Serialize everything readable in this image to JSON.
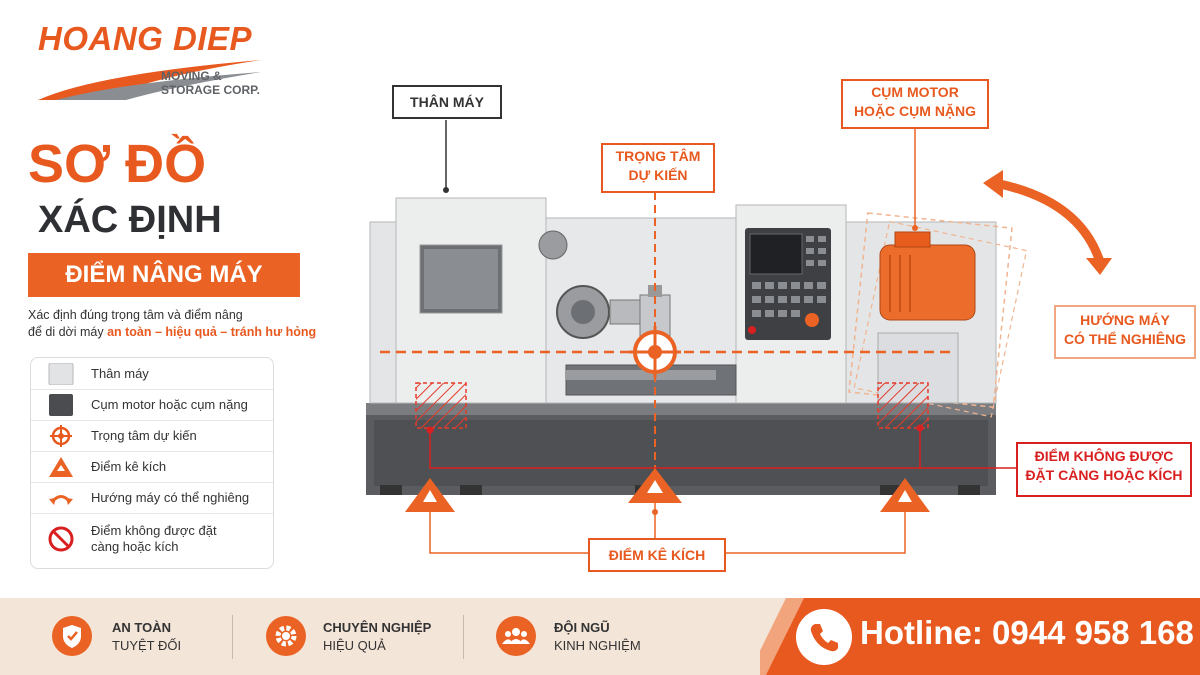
{
  "brand": {
    "name": "HOANG DIEP",
    "tagline_1": "MOVING &",
    "tagline_2": "STORAGE CORP."
  },
  "title": {
    "line1": "SƠ ĐỒ",
    "line2": "XÁC ĐỊNH",
    "line3": "ĐIỂM NÂNG MÁY"
  },
  "description": {
    "line1": "Xác định đúng trọng tâm và điểm nâng",
    "line2_prefix": "để di dời máy",
    "highlight": "an toàn – hiệu quả – tránh hư hỏng"
  },
  "legend": [
    {
      "icon": "light-gray-square",
      "label": "Thân máy"
    },
    {
      "icon": "dark-gray-square",
      "label": "Cụm motor hoặc cụm nặng"
    },
    {
      "icon": "crosshair-icon",
      "label": "Trọng tâm dự kiến"
    },
    {
      "icon": "warning-triangle-icon",
      "label": "Điểm kê kích"
    },
    {
      "icon": "curved-arrows-icon",
      "label": "Hướng máy có thể nghiêng"
    },
    {
      "icon": "prohibited-icon",
      "label_1": "Điểm không được đặt",
      "label_2": "càng hoặc kích"
    }
  ],
  "callouts": {
    "machine_body": "THÂN MÁY",
    "center_of_gravity_1": "TRỌNG TÂM",
    "center_of_gravity_2": "DỰ KIẾN",
    "motor_1": "CỤM MOTOR",
    "motor_2": "HOẶC CỤM NẶNG",
    "tilt_1": "HƯỚNG MÁY",
    "tilt_2": "CÓ THỂ NGHIÊNG",
    "no_jack_1": "ĐIỂM KHÔNG ĐƯỢC",
    "no_jack_2": "ĐẶT CÀNG HOẶC KÍCH",
    "jack_points": "ĐIỂM KÊ KÍCH"
  },
  "features": [
    {
      "icon": "shield-icon",
      "line1": "AN TOÀN",
      "line2": "TUYỆT ĐỐI"
    },
    {
      "icon": "gear-icon",
      "line1": "CHUYÊN NGHIỆP",
      "line2": "HIỆU QUẢ"
    },
    {
      "icon": "team-icon",
      "line1": "ĐỘI NGŨ",
      "line2": "KINH NGHIỆM"
    }
  ],
  "hotline": {
    "icon": "phone-icon",
    "text": "Hotline: 0944 958 168"
  },
  "colors": {
    "accent": "#e8591f",
    "danger": "#d92020",
    "dark": "#2e3033"
  }
}
